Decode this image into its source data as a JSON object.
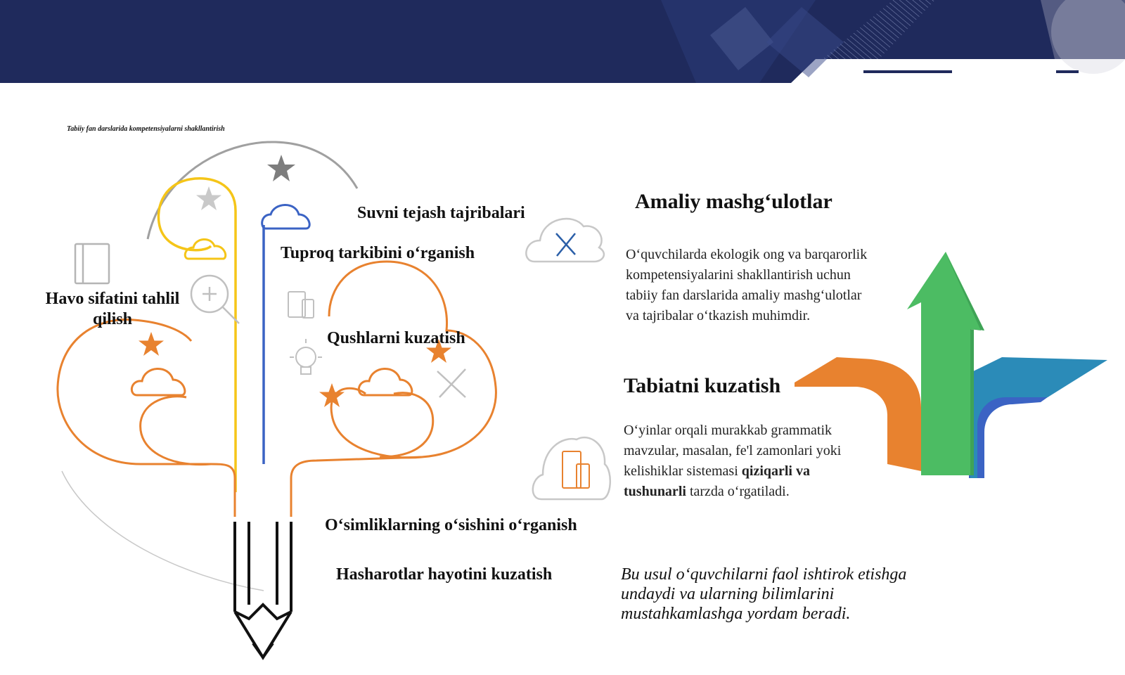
{
  "slide": {
    "subtitle": "Tabiiy fan darslarida kompetensiyalarni shakllantirish"
  },
  "diagram": {
    "labels": {
      "suvni": "Suvni tejash tajribalari",
      "tuproq": "Tuproq tarkibini o‘rganish",
      "havo_line1": "Havo sifatini tahlil",
      "havo_line2": "qilish",
      "qushlar": "Qushlarni kuzatish",
      "osimlik": "O‘simliklarning o‘sishini o‘rganish",
      "hasharot": "Hasharotlar hayotini kuzatish"
    }
  },
  "sections": {
    "amaliy": {
      "title": "Amaliy mashg‘ulotlar",
      "body": "O‘quvchilarda ekologik ong va barqarorlik kompetensiyalarini shakllantirish uchun tabiiy fan darslarida amaliy mashg‘ulotlar va tajribalar o‘tkazish muhimdir."
    },
    "tabiat": {
      "title": "Tabiatni kuzatish",
      "body_part1": "O‘yinlar orqali murakkab grammatik mavzular, masalan, fe'l zamonlari yoki kelishiklar sistemasi ",
      "body_bold": "qiziqarli va tushunarli",
      "body_part2": " tarzda o‘rgatiladi."
    },
    "note": "Bu usul o‘quvchilarni faol ishtirok etishga undaydi va ularning bilimlarini mustahkamlashga yordam beradi."
  },
  "colors": {
    "header": "#1f2a5c",
    "orange": "#e8822f",
    "yellow": "#f5c518",
    "blue": "#3b63c4",
    "green": "#4cbc63",
    "teal": "#2b8bb8"
  }
}
